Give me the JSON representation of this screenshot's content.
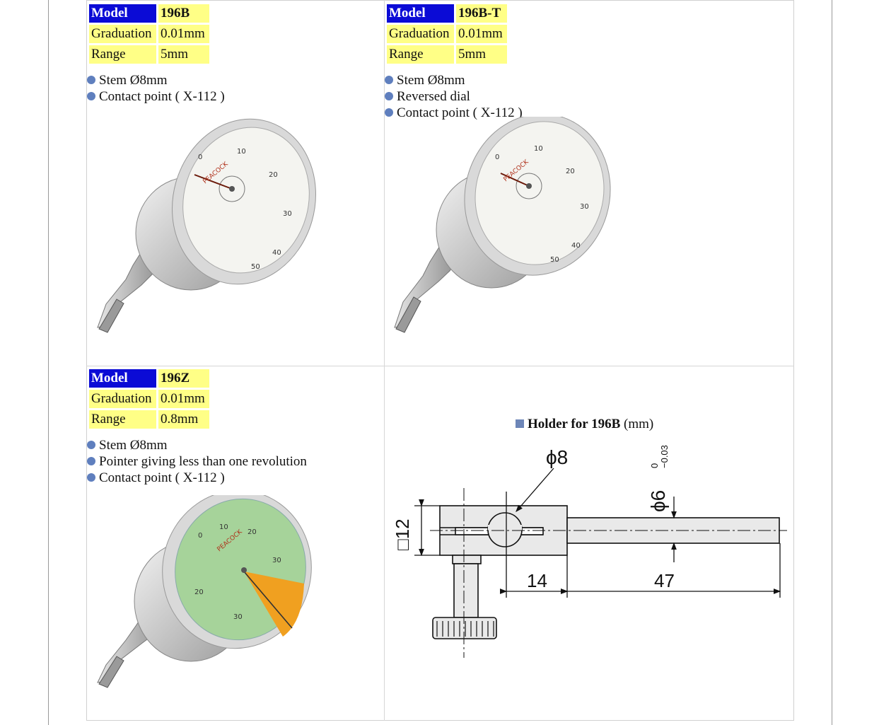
{
  "products": [
    {
      "model_label": "Model",
      "model": "196B",
      "graduation_label": "Graduation",
      "graduation": "0.01mm",
      "range_label": "Range",
      "range": "5mm",
      "features": [
        "Stem Ø8mm",
        "Contact point ( X-112 )"
      ],
      "photo": {
        "dial_color": "#f4f4f0",
        "bezel_color": "#d8d8d8"
      }
    },
    {
      "model_label": "Model",
      "model": "196B-T",
      "graduation_label": "Graduation",
      "graduation": "0.01mm",
      "range_label": "Range",
      "range": "5mm",
      "features": [
        "Stem Ø8mm",
        "Reversed dial",
        "Contact point ( X-112 )"
      ],
      "photo": {
        "dial_color": "#f4f4f0",
        "bezel_color": "#d8d8d8"
      }
    },
    {
      "model_label": "Model",
      "model": "196Z",
      "graduation_label": "Graduation",
      "graduation": "0.01mm",
      "range_label": "Range",
      "range": "0.8mm",
      "features": [
        "Stem Ø8mm",
        "Pointer giving less than one revolution",
        "Contact point ( X-112 )"
      ],
      "photo": {
        "dial_color": "#a6d39a",
        "bezel_color": "#d8d8d8",
        "sector_color": "#f0a020"
      }
    }
  ],
  "holder": {
    "caption_bold": "Holder for 196B",
    "caption_unit": "(mm)",
    "dimensions": {
      "bore": "ϕ8",
      "height": "□12",
      "shaft": "ϕ6",
      "shaft_tol_upper": "0",
      "shaft_tol_lower": "−0.03",
      "clamp_width": "14",
      "shaft_length": "47"
    }
  },
  "colors": {
    "model_header_bg": "#0b0bd6",
    "value_bg": "#ffff86",
    "bullet": "#5f7fbe"
  }
}
